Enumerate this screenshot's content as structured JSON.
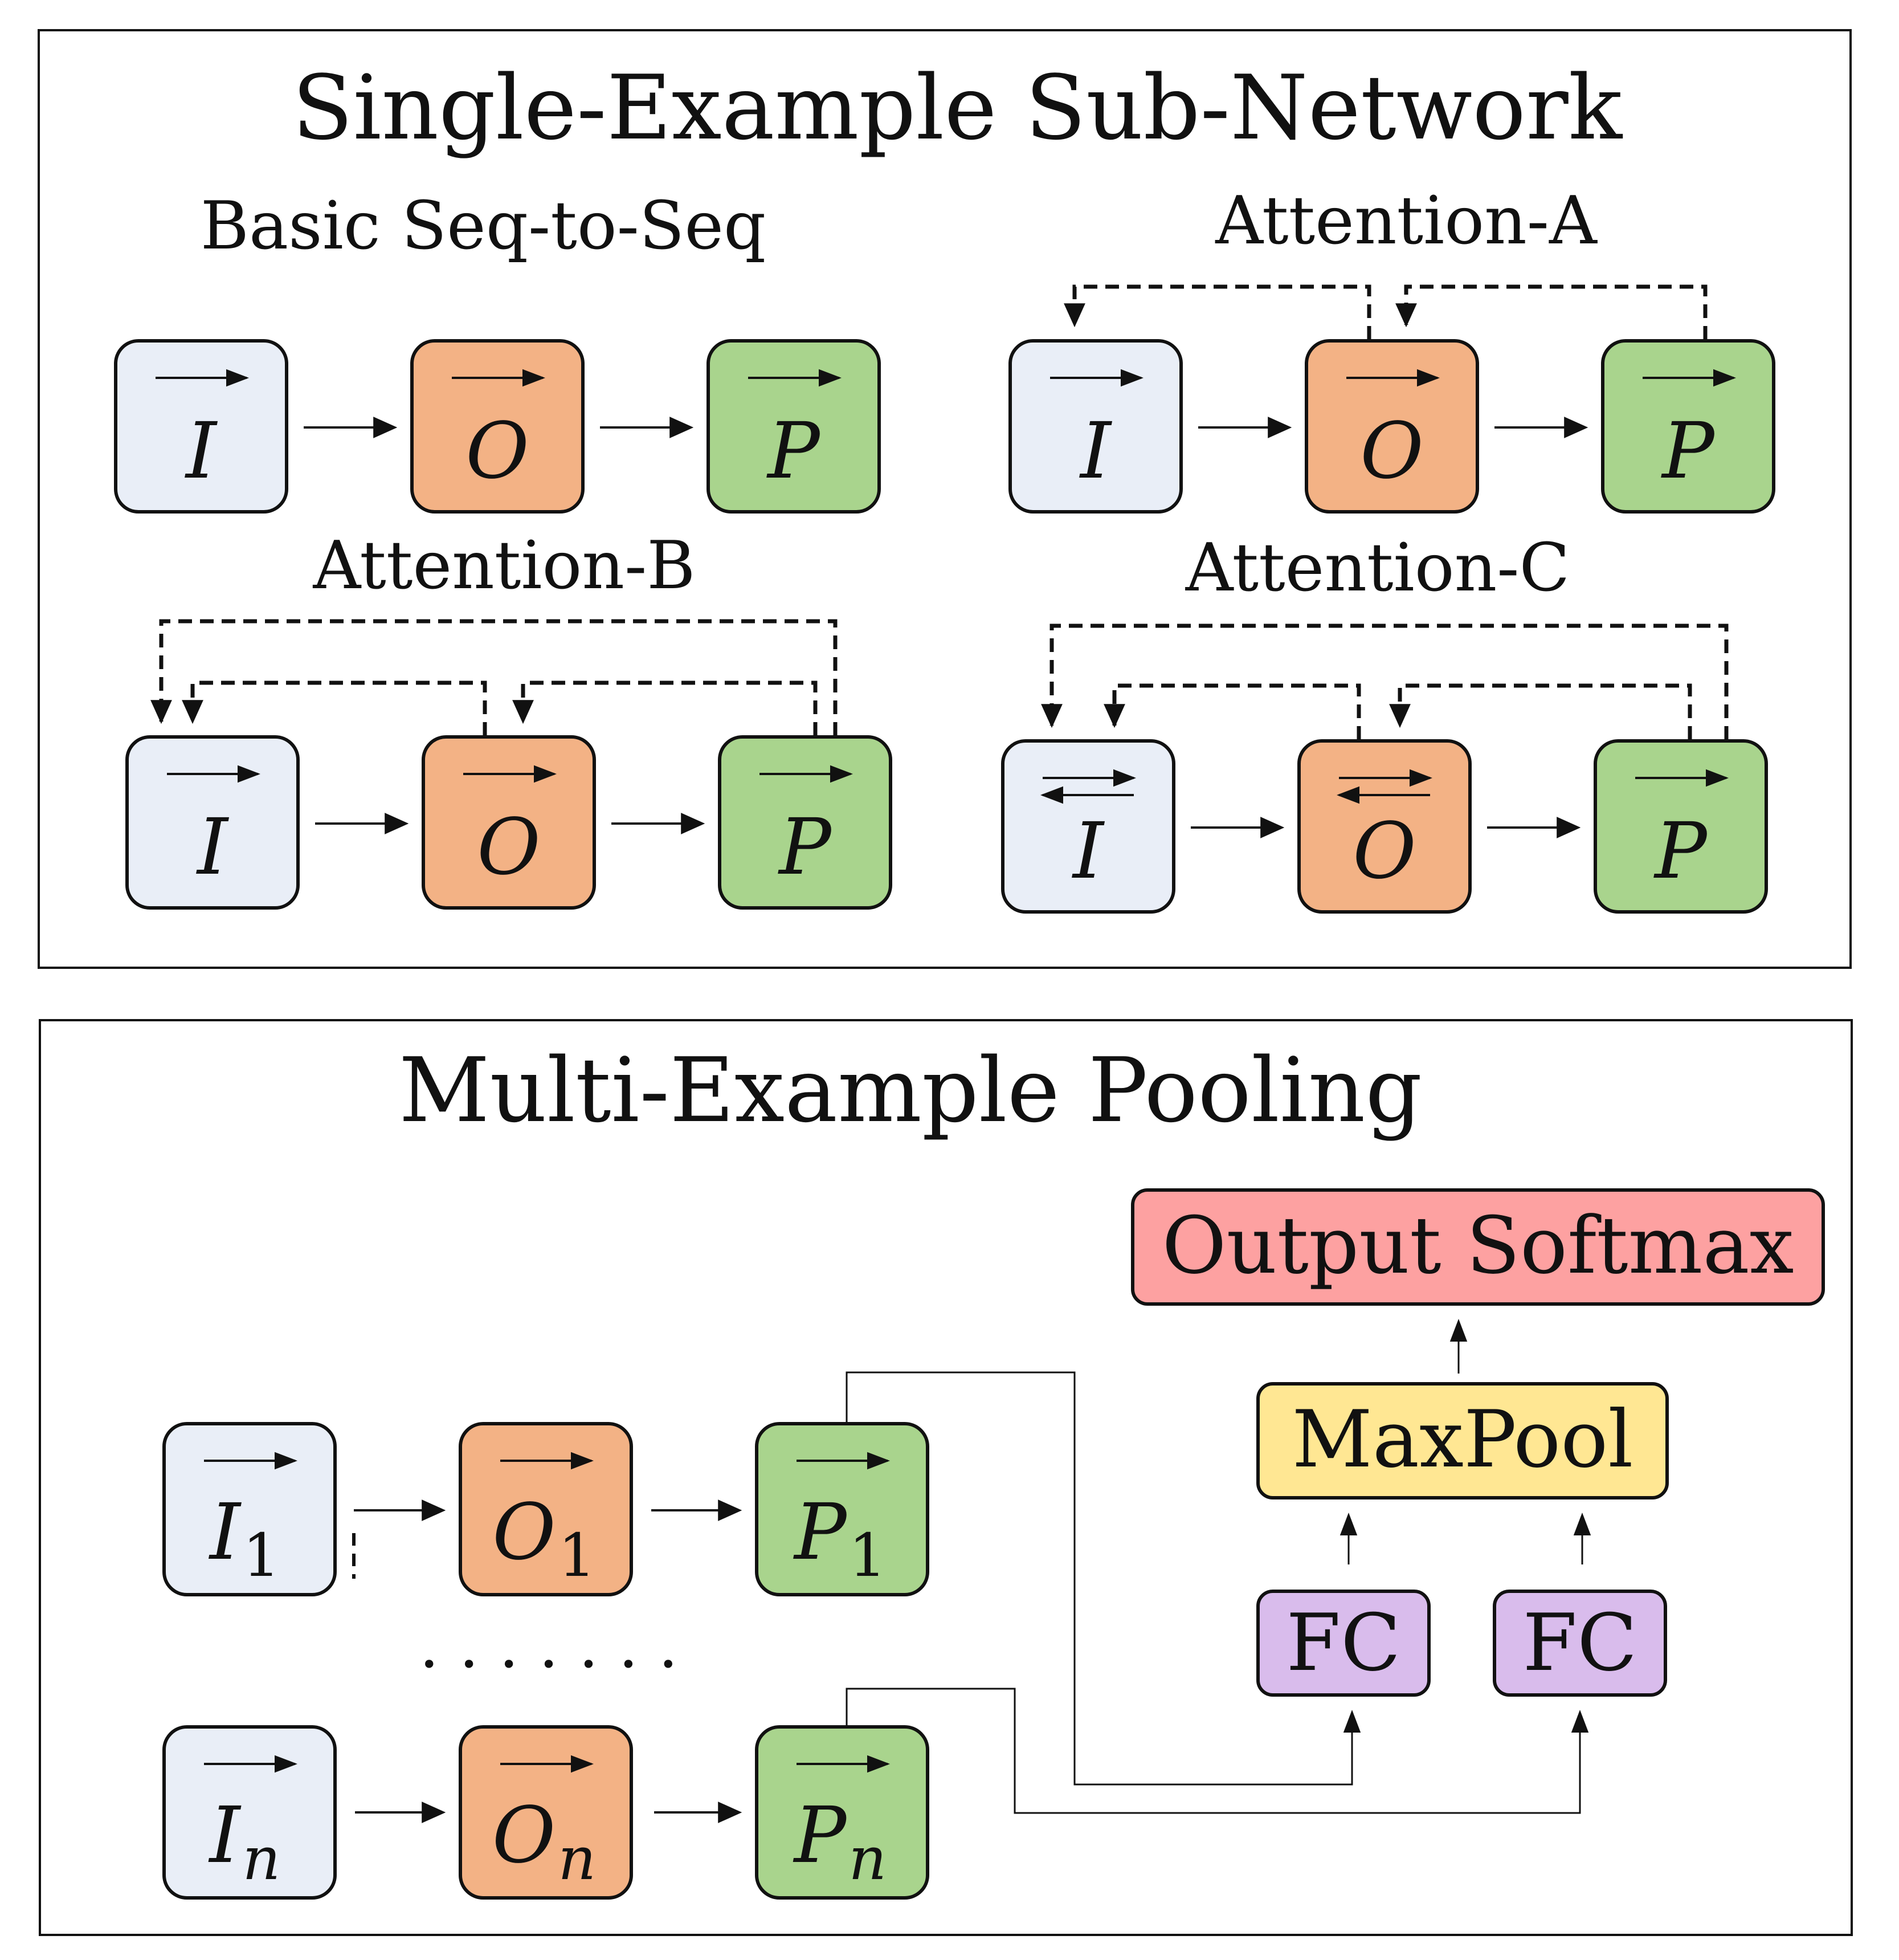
{
  "panels": {
    "top_title": "Single-Example Sub-Network",
    "bottom_title": "Multi-Example Pooling"
  },
  "variants": {
    "basic": "Basic Seq-to-Seq",
    "attn_a": "Attention-A",
    "attn_b": "Attention-B",
    "attn_c": "Attention-C"
  },
  "symbols": {
    "I": "I",
    "O": "O",
    "P": "P",
    "sub1": "1",
    "subn": "n"
  },
  "ellipsis": ". . . . . . .",
  "pool": {
    "output": "Output Softmax",
    "maxpool": "MaxPool",
    "fc": "FC"
  },
  "colors": {
    "input": "#E9EEF7",
    "output": "#F3B285",
    "program": "#A9D48D",
    "softmax": "#FDA1A1",
    "maxpool": "#FFE793",
    "fc": "#D9BCEC",
    "stroke": "#111111"
  }
}
